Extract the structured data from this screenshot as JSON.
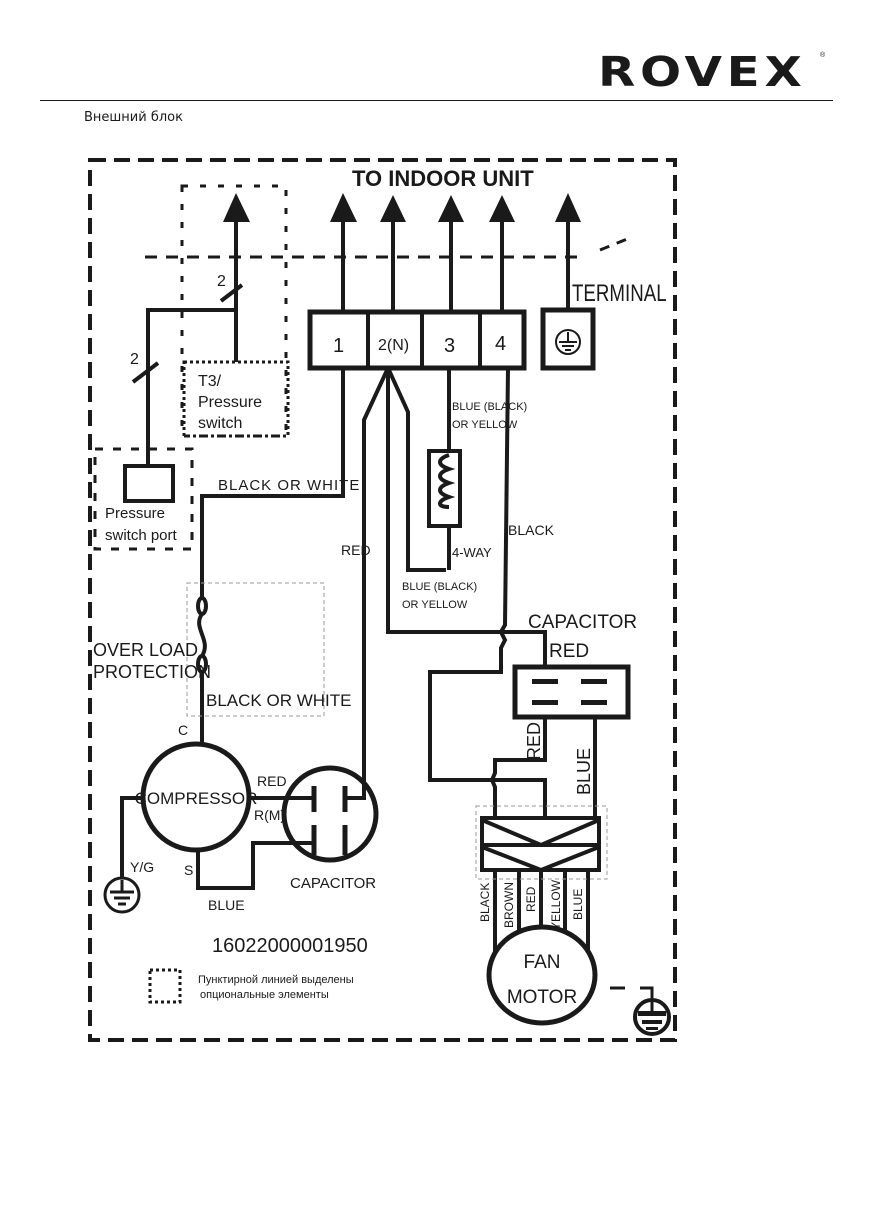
{
  "header": {
    "brand": "ROVEX",
    "registered_mark": "®",
    "section_title": "Внешний блок"
  },
  "diagram": {
    "title": "TO INDOOR UNIT",
    "terminal_label": "TERMINAL",
    "terminals": [
      "1",
      "2(N)",
      "3",
      "4"
    ],
    "ground_terminal_icon": "ground-icon",
    "wire_count_marks": [
      "2",
      "2"
    ],
    "t3_box": [
      "T3/",
      "Pressure",
      "switch"
    ],
    "pressure_port": [
      "Pressure",
      "switch port"
    ],
    "wire_labels": {
      "black_or_white_top": "BLACK OR WHITE",
      "red_left": "RED",
      "blue_black_yellow_top": [
        "BLUE (BLACK)",
        "OR YELLOW"
      ],
      "blue_black_yellow_bottom": [
        "BLUE (BLACK)",
        "OR YELLOW"
      ],
      "four_way": "4-WAY",
      "black_right": "BLACK",
      "overload": [
        "OVER LOAD",
        "PROTECTION"
      ],
      "black_or_white_bottom": "BLACK OR WHITE",
      "c": "C",
      "s": "S",
      "red_comp": "RED",
      "rm": "R(M)",
      "yg": "Y/G",
      "blue_comp": "BLUE",
      "cap_red_top": "RED",
      "cap_red_side": "RED",
      "cap_blue_side": "BLUE"
    },
    "compressor_label": "COMPRESSOR",
    "compressor_capacitor_label": "CAPACITOR",
    "fan_capacitor_label": "CAPACITOR",
    "fan_motor": [
      "FAN",
      "MOTOR"
    ],
    "fan_wires": [
      "BLACK",
      "BROWN",
      "RED",
      "YELLOW",
      "BLUE"
    ],
    "part_number": "16022000001950",
    "legend_text": [
      "Пунктирной линией выделены",
      "опциональные элементы"
    ]
  }
}
